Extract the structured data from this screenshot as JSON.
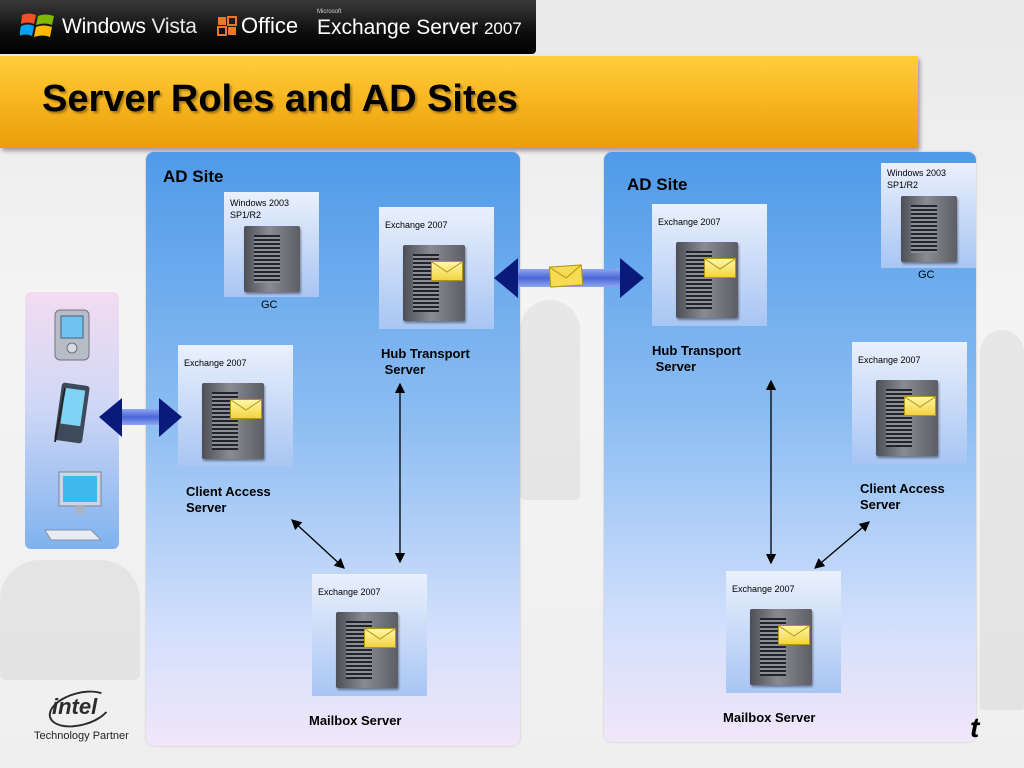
{
  "header": {
    "logos": {
      "windows": {
        "brand": "Windows",
        "product": "Vista"
      },
      "office": "Office",
      "exchange_small": "Microsoft",
      "exchange": "Exchange Server",
      "exchange_year": "2007"
    }
  },
  "title": "Server Roles and AD Sites",
  "sites": {
    "left": {
      "label": "AD Site",
      "gc": {
        "os": "Windows 2003\nSP1/R2",
        "role": "GC"
      },
      "hub": {
        "product": "Exchange 2007",
        "caption": "Hub Transport\n Server"
      },
      "cas": {
        "product": "Exchange 2007",
        "caption": "Client Access\nServer"
      },
      "mbx": {
        "product": "Exchange 2007",
        "caption": "Mailbox Server"
      }
    },
    "right": {
      "label": "AD Site",
      "gc": {
        "os": "Windows 2003\nSP1/R2",
        "role": "GC"
      },
      "hub": {
        "product": "Exchange 2007",
        "caption": "Hub Transport\n Server"
      },
      "cas": {
        "product": "Exchange 2007",
        "caption": "Client Access\nServer"
      },
      "mbx": {
        "product": "Exchange 2007",
        "caption": "Mailbox Server"
      }
    }
  },
  "footer": {
    "intel": "intel",
    "intel_tagline": "Technology Partner",
    "partial_logo": "t"
  },
  "colors": {
    "title_bar": "#f7b51f",
    "site_blue": "#4f9ae9",
    "arrow_navy": "#0a1a7a"
  }
}
